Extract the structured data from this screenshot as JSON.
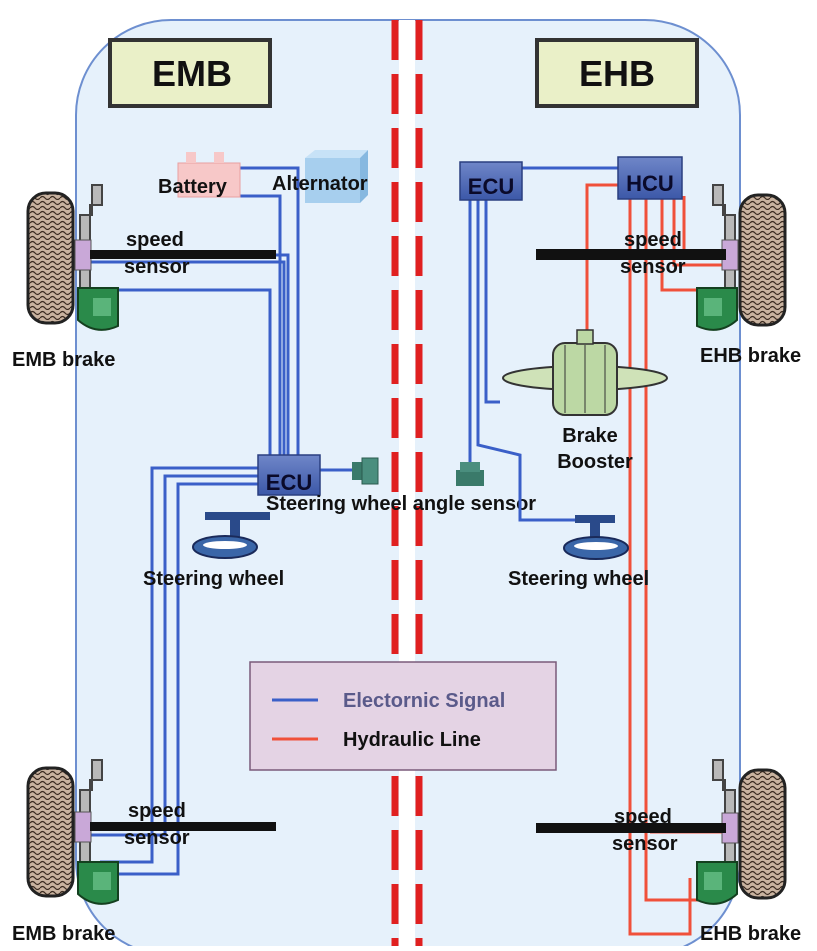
{
  "titles": {
    "left": "EMB",
    "right": "EHB"
  },
  "left": {
    "battery": "Battery",
    "alternator": "Alternator",
    "ecu": "ECU",
    "steering_sensor": "Steering wheel angle sensor",
    "steering_wheel": "Steering wheel",
    "top_wheel": {
      "label1": "speed",
      "label2": "sensor",
      "brake": "EMB brake"
    },
    "bottom_wheel": {
      "label1": "speed",
      "label2": "sensor",
      "brake": "EMB brake"
    }
  },
  "right": {
    "ecu": "ECU",
    "hcu": "HCU",
    "booster1": "Brake",
    "booster2": "Booster",
    "steering_wheel": "Steering wheel",
    "top_wheel": {
      "label1": "speed",
      "label2": "sensor",
      "brake": "EHB brake"
    },
    "bottom_wheel": {
      "label1": "speed",
      "label2": "sensor",
      "brake": "EHB brake"
    }
  },
  "legend": {
    "electronic": "Electornic Signal",
    "hydraulic": "Hydraulic Line"
  },
  "colors": {
    "signal": "#3a5fc8",
    "hydraulic": "#f0503a",
    "panel": "#e6f1fb",
    "title_box": "#eaf0c8",
    "legend_box": "#e4d3e4",
    "divider": "#e02020"
  }
}
